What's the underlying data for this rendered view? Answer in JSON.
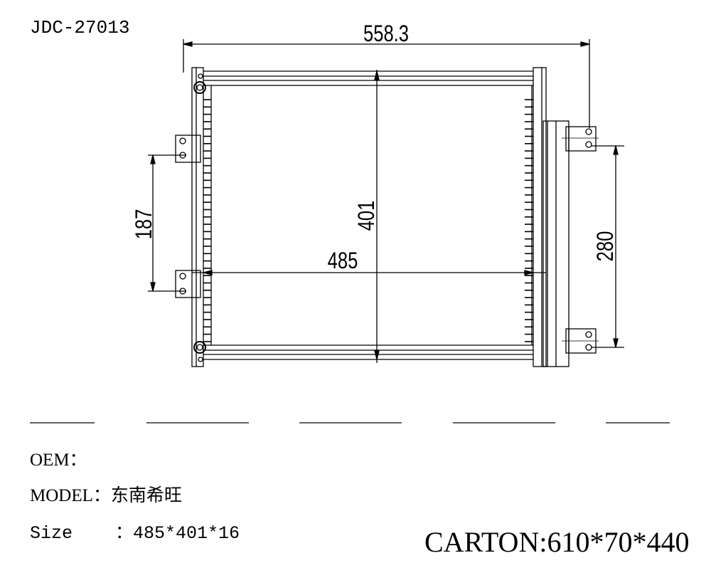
{
  "drawing": {
    "part_code": "JDC-27013",
    "dimensions": {
      "overall_width": "558.3",
      "core_height": "401",
      "core_width": "485",
      "left_bracket_spacing": "187",
      "right_bracket_spacing": "280"
    }
  },
  "info": {
    "oem_label": "OEM：",
    "model_label": "MODEL：",
    "model_value": "东南希旺",
    "size_label": "Size    ：",
    "size_value": "485*401*16",
    "carton": "CARTON:610*70*440"
  }
}
